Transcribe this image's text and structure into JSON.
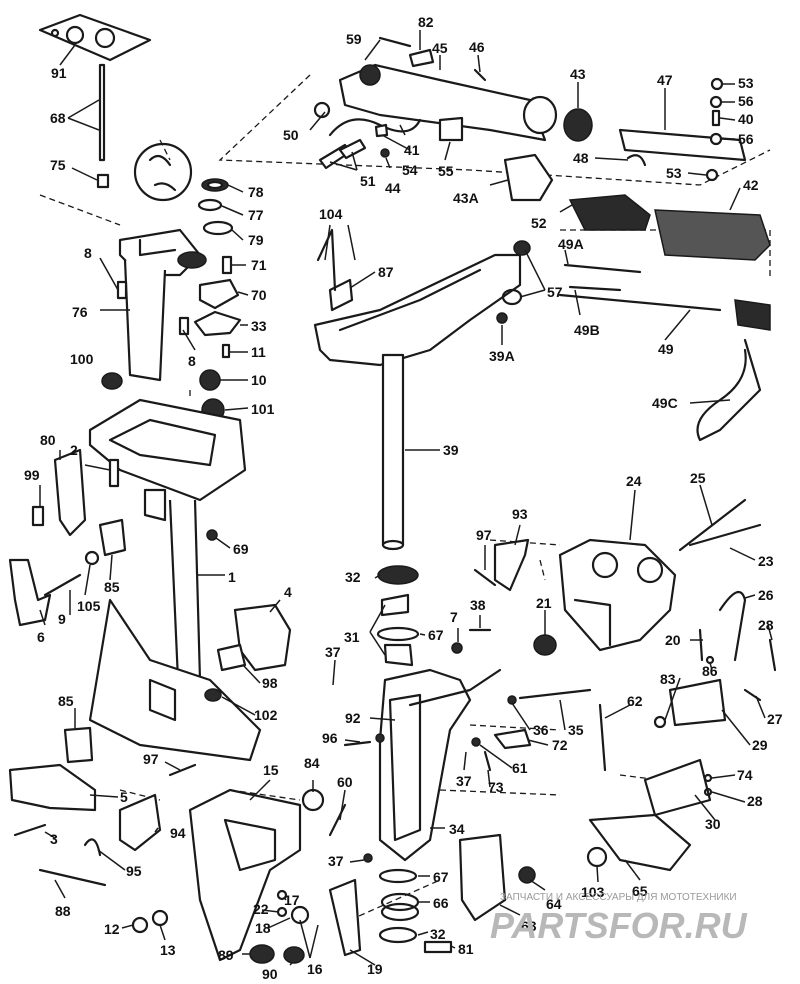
{
  "callouts": [
    "59",
    "82",
    "45",
    "46",
    "43",
    "47",
    "53",
    "56",
    "40",
    "56",
    "91",
    "68",
    "50",
    "41",
    "51",
    "44",
    "54",
    "55",
    "48",
    "53",
    "42",
    "43A",
    "52",
    "75",
    "78",
    "77",
    "79",
    "104",
    "87",
    "49A",
    "57",
    "49B",
    "49",
    "39A",
    "8",
    "71",
    "76",
    "70",
    "33",
    "8",
    "11",
    "100",
    "10",
    "101",
    "49C",
    "39",
    "80",
    "2",
    "99",
    "1",
    "69",
    "85",
    "105",
    "6",
    "9",
    "97",
    "93",
    "24",
    "25",
    "23",
    "32",
    "38",
    "21",
    "26",
    "7",
    "31",
    "67",
    "20",
    "28",
    "4",
    "37",
    "86",
    "98",
    "83",
    "85",
    "92",
    "36",
    "35",
    "62",
    "27",
    "29",
    "102",
    "96",
    "72",
    "61",
    "97",
    "37",
    "73",
    "74",
    "28",
    "5",
    "30",
    "84",
    "60",
    "15",
    "94",
    "34",
    "3",
    "95",
    "37",
    "67",
    "64",
    "103",
    "65",
    "88",
    "17",
    "22",
    "66",
    "12",
    "18",
    "63",
    "32",
    "81",
    "13",
    "89",
    "16",
    "19",
    "90"
  ],
  "watermark": {
    "small_text": "ЗАПЧАСТИ И АКСЕССУАРЫ ДЛЯ МОТОТЕХНИКИ",
    "brand": "PARTSFOR.RU"
  }
}
